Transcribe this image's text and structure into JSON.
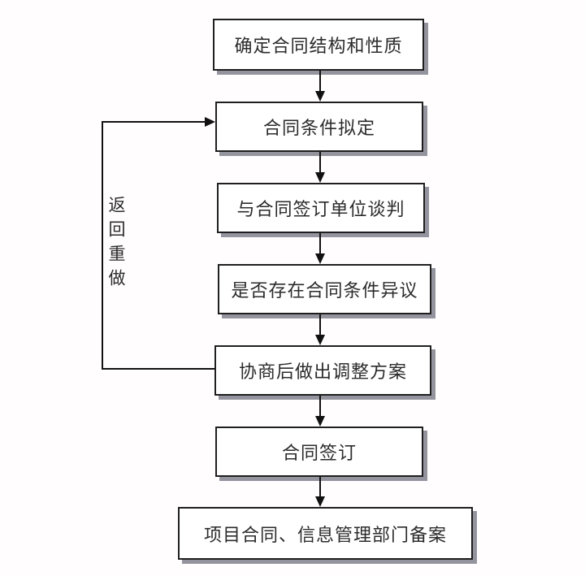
{
  "page": {
    "background": "#fffdfe"
  },
  "colors": {
    "box_fill": "#ffffff",
    "box_border": "#1f1f1f",
    "box_shadow": "#94949e",
    "connector": "#111111",
    "text": "#2b2b2b"
  },
  "flowchart": {
    "type": "vertical-process-flow",
    "nodes": [
      {
        "id": "determine-structure",
        "label": "确定合同结构和性质"
      },
      {
        "id": "draft-conditions",
        "label": "合同条件拟定"
      },
      {
        "id": "negotiate-with-unit",
        "label": "与合同签订单位谈判"
      },
      {
        "id": "objection-check",
        "label": "是否存在合同条件异议"
      },
      {
        "id": "adjustment-plan",
        "label": "协商后做出调整方案"
      },
      {
        "id": "contract-signing",
        "label": "合同签订"
      },
      {
        "id": "department-filing",
        "label": "项目合同、信息管理部门备案"
      }
    ],
    "edges": [
      {
        "from": "determine-structure",
        "to": "draft-conditions",
        "type": "arrow-down"
      },
      {
        "from": "draft-conditions",
        "to": "negotiate-with-unit",
        "type": "arrow-down"
      },
      {
        "from": "negotiate-with-unit",
        "to": "objection-check",
        "type": "arrow-down"
      },
      {
        "from": "objection-check",
        "to": "adjustment-plan",
        "type": "arrow-down"
      },
      {
        "from": "adjustment-plan",
        "to": "contract-signing",
        "type": "arrow-down"
      },
      {
        "from": "contract-signing",
        "to": "department-filing",
        "type": "arrow-down"
      },
      {
        "from": "adjustment-plan",
        "to": "draft-conditions",
        "type": "feedback-loop",
        "label": "返回重做"
      }
    ],
    "loop_label": "返回重做"
  }
}
